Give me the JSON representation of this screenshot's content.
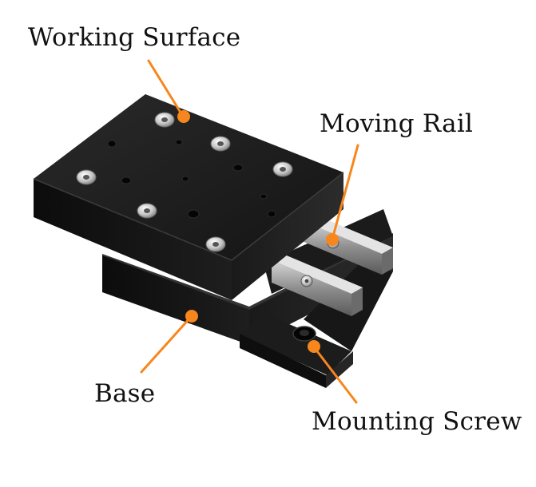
{
  "labels": {
    "working_surface": "Working Surface",
    "moving_rail": "Moving Rail",
    "base": "Base",
    "mounting_screw": "Mounting Screw"
  },
  "colors": {
    "callout": "#f7861d",
    "body_dark": "#151515",
    "body_top": "#1d1d1d",
    "rail_steel": "#9a9a9a",
    "screw_steel": "#d0d0d0"
  },
  "icons": {
    "callout_marker": "orange-dot",
    "part": "linear-stage"
  }
}
